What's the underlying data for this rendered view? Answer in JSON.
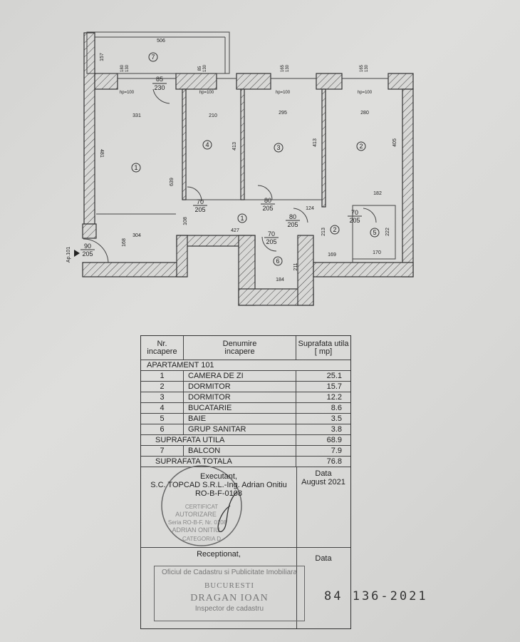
{
  "plan": {
    "rooms": {
      "r1": "1",
      "r1b": "1",
      "r2": "2",
      "r2b": "2",
      "r3": "3",
      "r4": "4",
      "r5": "5",
      "r6": "6",
      "r7": "7"
    },
    "dims": {
      "d506": "506",
      "d157": "157",
      "d331": "331",
      "d210": "210",
      "d295": "295",
      "d280": "280",
      "d481": "481",
      "d413a": "413",
      "d413b": "413",
      "d405": "405",
      "d639": "639",
      "d182": "182",
      "d108": "108",
      "d427": "427",
      "d124": "124",
      "d304": "304",
      "d168": "168",
      "d213": "213",
      "d222": "222",
      "d169": "169",
      "d170": "170",
      "d184": "184",
      "d211": "211"
    },
    "windows": {
      "w1": "180",
      "w1h": "130",
      "w2": "85",
      "w2h": "130",
      "w3": "165",
      "w3h": "130",
      "w4": "165",
      "w4h": "130"
    },
    "sill_labels": [
      "hp=100",
      "hp=100",
      "hp=100",
      "hp=100"
    ],
    "doors": [
      {
        "w": "85",
        "h": "230"
      },
      {
        "w": "70",
        "h": "205"
      },
      {
        "w": "80",
        "h": "205"
      },
      {
        "w": "80",
        "h": "205"
      },
      {
        "w": "70",
        "h": "205"
      },
      {
        "w": "70",
        "h": "205"
      },
      {
        "w": "90",
        "h": "205"
      }
    ],
    "entrance_label": "Ap.101"
  },
  "table": {
    "header": {
      "nr": "Nr.",
      "nr2": "incapere",
      "name": "Denumire",
      "name2": "incapere",
      "area": "Suprafata utila",
      "area2": "[ mp]"
    },
    "apartment": "APARTAMENT 101",
    "rows": [
      {
        "nr": "1",
        "name": "CAMERA DE ZI",
        "area": "25.1"
      },
      {
        "nr": "2",
        "name": "DORMITOR",
        "area": "15.7"
      },
      {
        "nr": "3",
        "name": "DORMITOR",
        "area": "12.2"
      },
      {
        "nr": "4",
        "name": "BUCATARIE",
        "area": "8.6"
      },
      {
        "nr": "5",
        "name": "BAIE",
        "area": "3.5"
      },
      {
        "nr": "6",
        "name": "GRUP SANITAR",
        "area": "3.8"
      }
    ],
    "useful_label": "SUPRAFATA UTILA",
    "useful_value": "68.9",
    "balcony": {
      "nr": "7",
      "name": "BALCON",
      "area": "7.9"
    },
    "total_label": "SUPRAFATA TOTALA",
    "total_value": "76.8",
    "executant": {
      "label": "Executant,",
      "company": "S.C. TOPCAD S.R.L.-Ing. Adrian Onitiu",
      "code": "RO-B-F-0108",
      "date_label": "Data",
      "date": "August 2021"
    },
    "stamp": {
      "l1": "CERTIFICAT",
      "l2": "AUTORIZARE",
      "l3": "Seria RO-B-F, Nr. 0108",
      "l4": "ADRIAN ONITIU",
      "l5": "CATEGORIA D"
    },
    "receptionat": {
      "label": "Receptionat,",
      "date_label": "Data",
      "office": "Oficiul de Cadastru si Publicitate Imobiliara",
      "city": "BUCURESTI",
      "name": "DRAGAN IOAN",
      "role": "Inspector de cadastru"
    },
    "registration": "84 136-2021"
  }
}
